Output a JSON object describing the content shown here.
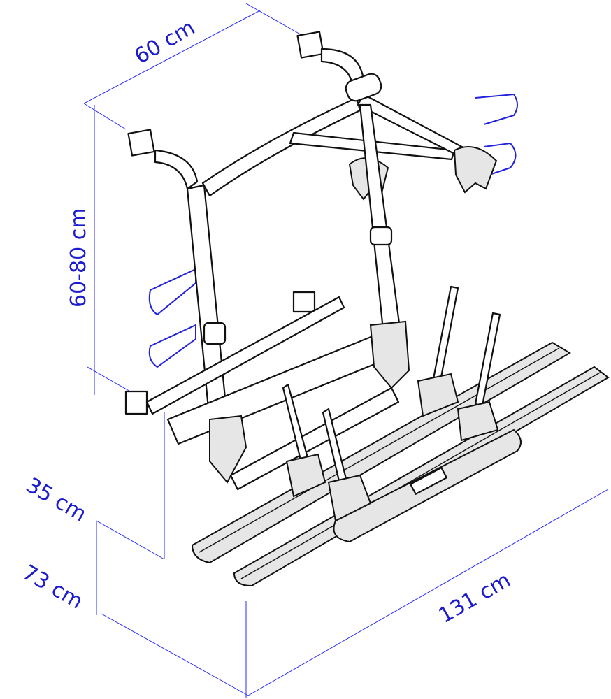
{
  "dimensions": {
    "width": "60 cm",
    "height": "60-80 cm",
    "lower_offset": "35 cm",
    "total_depth": "73 cm",
    "length": "131 cm"
  },
  "colors": {
    "dimension_lines": "#2b2bff",
    "labels": "#1c1ccc",
    "outline": "#111111"
  }
}
